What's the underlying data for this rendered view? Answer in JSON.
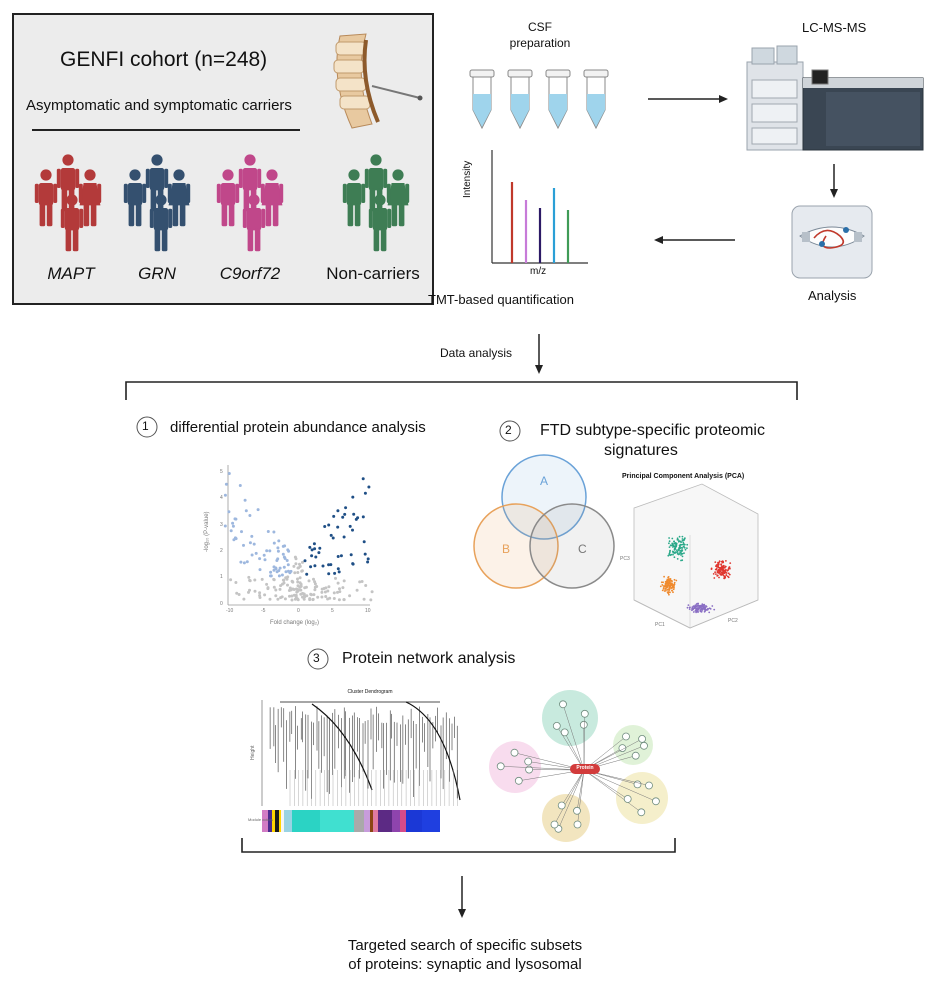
{
  "cohort": {
    "title": "GENFI cohort (n=248)",
    "subtitle": "Asymptomatic and symptomatic carriers",
    "groups": [
      "MAPT",
      "GRN",
      "C9orf72",
      "Non-carriers"
    ],
    "group_colors": [
      "#b33a3a",
      "#34506f",
      "#c0478a",
      "#3e7d54"
    ]
  },
  "pipeline": {
    "csf_label_line1": "CSF",
    "csf_label_line2": "preparation",
    "lcms_label": "LC-MS-MS",
    "analysis_label": "Analysis",
    "tmt_label": "TMT-based quantification",
    "spectrum_ylabel": "Intensity",
    "spectrum_xlabel": "m/z",
    "data_analysis_label": "Data analysis"
  },
  "steps": [
    {
      "number": "1",
      "label": "differential protein abundance analysis"
    },
    {
      "number": "2",
      "label_line1": "FTD subtype-specific proteomic",
      "label_line2": "signatures"
    },
    {
      "number": "3",
      "label": "Protein network analysis"
    }
  ],
  "volcano": {
    "xlabel": "Fold change (log₂)",
    "ylabel": "-log₁₀ (P-value)",
    "x_ticks": [
      "-10",
      "-5",
      "0",
      "5",
      "10"
    ],
    "y_ticks": [
      "0",
      "1",
      "2",
      "3",
      "4",
      "5"
    ]
  },
  "venn": {
    "set_labels": [
      "A",
      "B",
      "C"
    ],
    "colors": [
      "#6aa2d8",
      "#e8a25b",
      "#8a8a8a"
    ]
  },
  "pca": {
    "title": "Principal Component Analysis (PCA)",
    "axis_labels": [
      "PC1",
      "PC2",
      "PC3"
    ],
    "cluster_colors": [
      "#2aa889",
      "#e0362f",
      "#ef8a2e",
      "#8a6fc4"
    ]
  },
  "dendrogram": {
    "title": "Cluster Dendrogram",
    "ylabel": "Height",
    "bar_label": "Module colors"
  },
  "network": {
    "hub_label": "Protein"
  },
  "conclusion": {
    "line1": "Targeted search of specific subsets",
    "line2": "of proteins: synaptic and lysosomal"
  }
}
